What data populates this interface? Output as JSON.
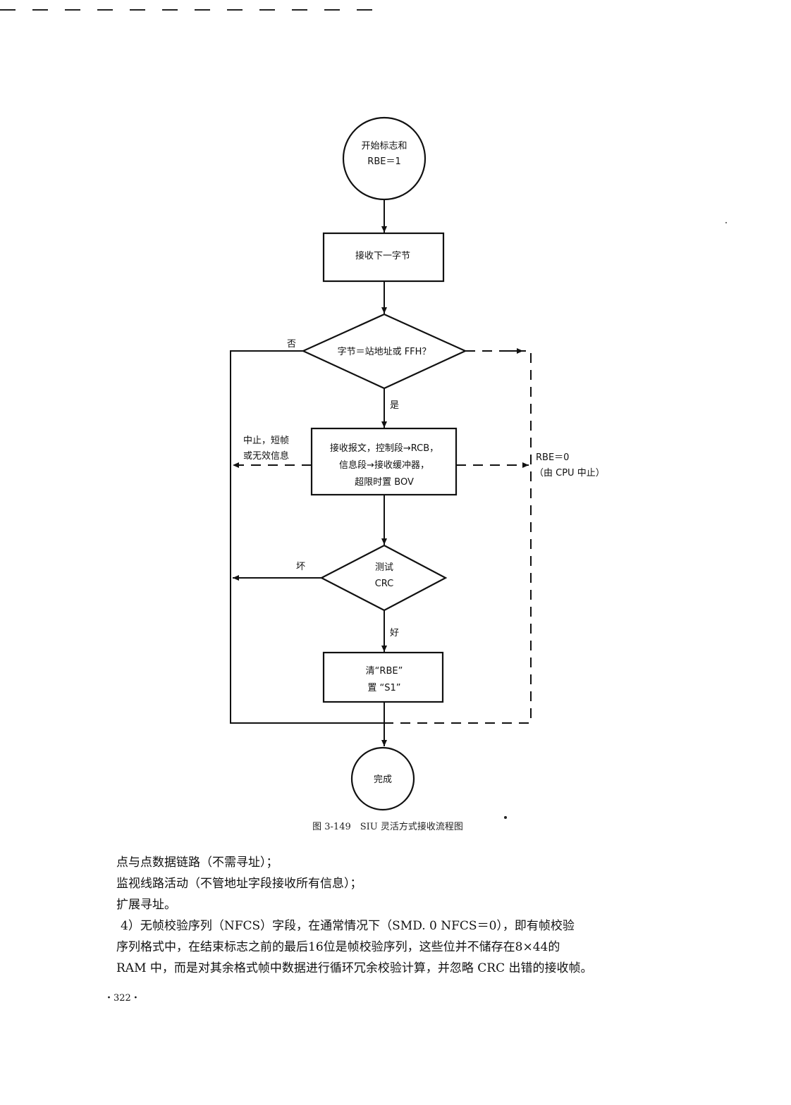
{
  "flowchart": {
    "start": [
      "开始标志和",
      "RBE＝1"
    ],
    "receive_byte": "接收下一字节",
    "decision_address": "字节＝站地址或 FFH？",
    "label_no": "否",
    "label_yes": "是",
    "receive_process": [
      "接收报文，控制段→RCB，",
      "信息段→接收缓冲器，",
      "超限时置 BOV"
    ],
    "label_abort": [
      "中止，短帧",
      "或无效信息"
    ],
    "label_rbe_zero": [
      "RBE＝0",
      "（由 CPU 中止）"
    ],
    "decision_crc": [
      "测试",
      "CRC"
    ],
    "label_bad": "坏",
    "label_good": "好",
    "clear_set": [
      "清“RBE”",
      "置 “S1”"
    ],
    "end": "完成"
  },
  "caption": "图 3-149　SIU 灵活方式接收流程图",
  "body": {
    "line1": "点与点数据链路（不需寻址）；",
    "line2": "监视线路活动（不管地址字段接收所有信息）；",
    "line3": "扩展寻址。",
    "line4": "4）无帧校验序列（NFCS）字段，在通常情况下（SMD. 0 NFCS＝0），即有帧校验",
    "line5": "序列格式中，在结束标志之前的最后16位是帧校验序列，这些位并不储存在8×44的",
    "line6": "RAM 中，而是对其余格式帧中数据进行循环冗余校验计算，并忽略 CRC 出错的接收帧。"
  },
  "page_number": "・322・"
}
